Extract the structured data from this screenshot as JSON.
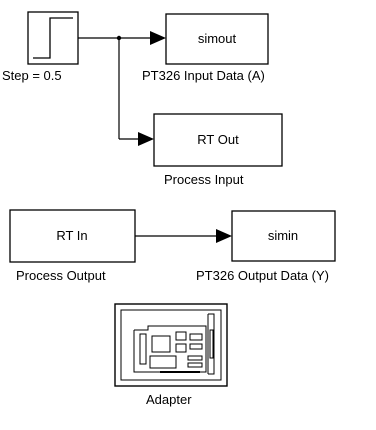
{
  "blocks": {
    "step": {
      "label": "Step = 0.5"
    },
    "simout": {
      "text": "simout",
      "label": "PT326 Input Data (A)"
    },
    "rt_out": {
      "text": "RT Out",
      "label": "Process Input"
    },
    "rt_in": {
      "text": "RT In",
      "label": "Process Output"
    },
    "simin": {
      "text": "simin",
      "label": "PT326 Output Data (Y)"
    },
    "adapter": {
      "label": "Adapter"
    }
  }
}
